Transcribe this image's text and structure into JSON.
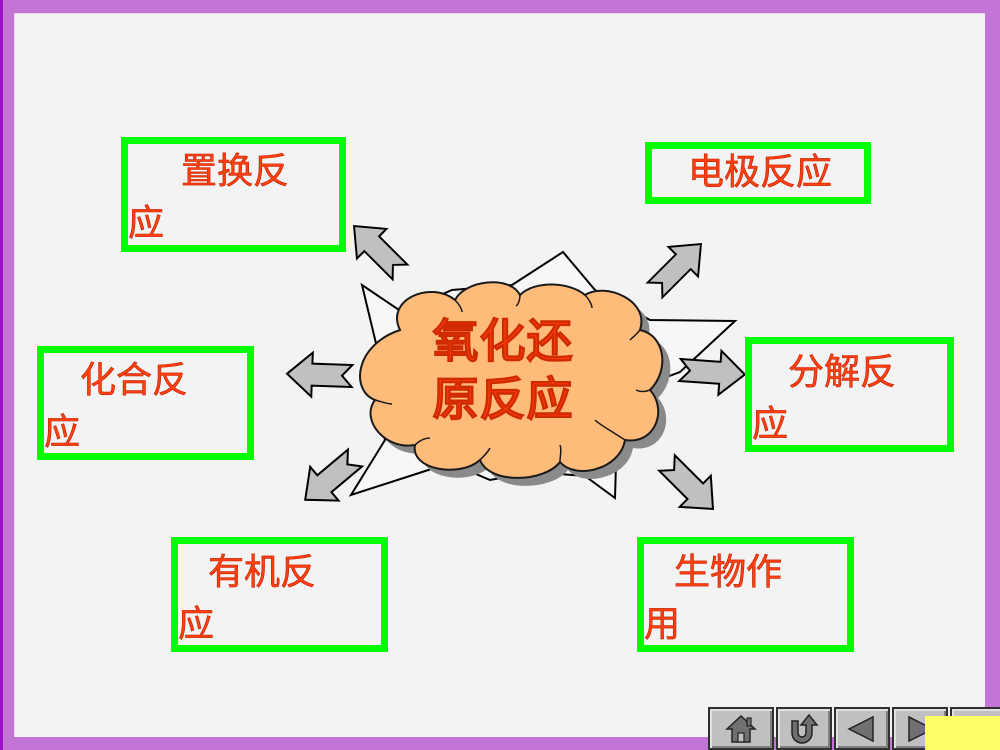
{
  "slide": {
    "background": "#f3f3f3",
    "frame_color": "#c375d6"
  },
  "center": {
    "line1": "氧化还",
    "line2": "原反应",
    "fill": "#ffbb7a",
    "text_color": "#ff3c0a"
  },
  "boxes": [
    {
      "id": "displacement",
      "line1": "置换反",
      "line2": "应"
    },
    {
      "id": "electrode",
      "line1": "电极反应",
      "line2": ""
    },
    {
      "id": "combination",
      "line1": "化合反",
      "line2": "应"
    },
    {
      "id": "decomposition",
      "line1": "分解反",
      "line2": "应"
    },
    {
      "id": "organic",
      "line1": "有机反",
      "line2": "应"
    },
    {
      "id": "biological",
      "line1": "生物作",
      "line2": "用"
    }
  ],
  "colors": {
    "box_border": "#00ff00",
    "box_text": "#ff4010",
    "arrow_fill": "#c0c0c0",
    "note": "#ffff66"
  },
  "navigation": {
    "buttons": [
      {
        "name": "home",
        "icon": "home-icon"
      },
      {
        "name": "return",
        "icon": "return-icon"
      },
      {
        "name": "previous",
        "icon": "triangle-left-icon"
      },
      {
        "name": "next",
        "icon": "triangle-right-icon"
      },
      {
        "name": "blank",
        "icon": ""
      }
    ]
  }
}
